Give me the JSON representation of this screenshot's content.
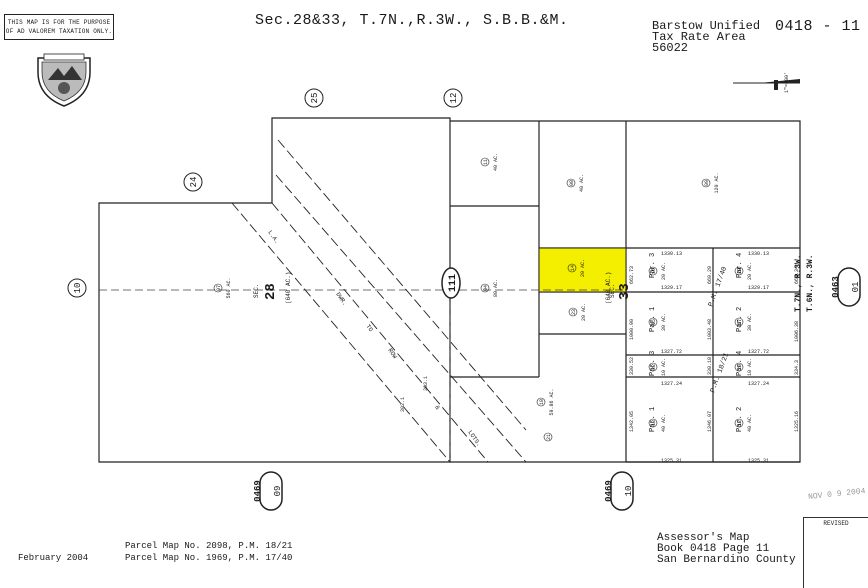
{
  "notice": {
    "line1": "THIS MAP IS FOR THE PURPOSE",
    "line2": "OF AD VALOREM TAXATION ONLY."
  },
  "title": "Sec.28&33, T.7N.,R.3W., S.B.B.&M.",
  "tax_rate_area": {
    "line1": "Barstow Unified",
    "line2": "Tax Rate Area",
    "line3": "56022"
  },
  "book_page": "0418 - 11",
  "scale": "1\"=800'",
  "date": "February 2004",
  "parcel_maps": {
    "line1": "Parcel Map No. 2098, P.M. 18/21",
    "line2": "Parcel Map No. 1969, P.M. 17/40"
  },
  "footer": {
    "line1": "Assessor's Map",
    "line2": "Book 0418 Page 11",
    "line3": "San Bernardino County"
  },
  "revised_label": "REVISED",
  "stamp": "NOV 0 9 2004",
  "circle_labels": {
    "c25": "25",
    "c12": "12",
    "c24": "24",
    "c10": "10",
    "c111": "111"
  },
  "page_refs": {
    "bottom_left": {
      "top": "0469",
      "bottom": "09"
    },
    "bottom_mid": {
      "top": "0469",
      "bottom": "10"
    },
    "right": {
      "top": "0463",
      "bottom": "01"
    }
  },
  "section_labels": {
    "sec28": "28",
    "sec28_prefix": "SEC.",
    "sec28_acres": "(640 AC.)",
    "sec33": "33",
    "sec33_prefix": "SEC.",
    "sec33_acres": "(640 AC.)"
  },
  "township_labels": {
    "t7n": "T.7N., R.3W.",
    "t6n": "T.6N., R.3W."
  },
  "highlight_color": "#f4ef00",
  "parcels": [
    {
      "num": "07",
      "acres": "560 AC."
    },
    {
      "num": "11",
      "acres": "40 AC."
    },
    {
      "num": "04",
      "acres": "80 AC."
    },
    {
      "num": "08",
      "acres": "40 AC."
    },
    {
      "num": "09",
      "acres": "120 AC."
    },
    {
      "num": "14",
      "acres": "20 AC."
    },
    {
      "num": "23",
      "acres": "20 AC."
    },
    {
      "num": "18",
      "acres": "59.86 AC."
    },
    {
      "num": "21",
      "acres": ""
    },
    {
      "num": "16",
      "acres": "20 AC."
    },
    {
      "num": "19",
      "acres": "20 AC."
    },
    {
      "num": "15",
      "acres": "30 AC."
    },
    {
      "num": "17",
      "acres": "30 AC."
    },
    {
      "num": "22",
      "acres": "10 AC."
    },
    {
      "num": "20",
      "acres": "10 AC."
    },
    {
      "num": "13",
      "acres": "40 AC."
    },
    {
      "num": "12",
      "acres": "40 AC."
    }
  ],
  "par_labels": {
    "p1a": "Par. 1",
    "p2a": "Par. 2",
    "p3a": "Par. 3",
    "p4a": "Par. 4",
    "p3b": "Par. 3",
    "p4b": "Par. 4",
    "p1b": "Par. 1",
    "p2b": "Par. 2"
  },
  "parcel_map_refs": {
    "pm1": "P.M. 17/40",
    "pm2": "P.M. 18/21"
  },
  "row_labels": {
    "lbl1": "L.A.",
    "lbl2": "DWR.",
    "lbl3": "TO",
    "lbl4": "ROW",
    "lbl5": "LOTS.",
    "lbl6": "&"
  },
  "dims": {
    "d1": "1330.13",
    "d2": "1330.13",
    "d3": "1329.17",
    "d4": "1329.17",
    "d5": "1327.72",
    "d6": "1327.72",
    "d7": "1327.24",
    "d8": "1327.24",
    "d9": "1325.31",
    "d10": "1325.31",
    "v1": "1000.90",
    "v2": "1003.48",
    "v3": "1006.38",
    "v4": "330.52",
    "v5": "330.18",
    "v6": "334.3",
    "v7": "1342.05",
    "v8": "1346.07",
    "v9": "1325.16",
    "v10": "662.73",
    "v11": "669.29",
    "v12": "669.34",
    "v13": "302.1",
    "v14": "303.1"
  }
}
